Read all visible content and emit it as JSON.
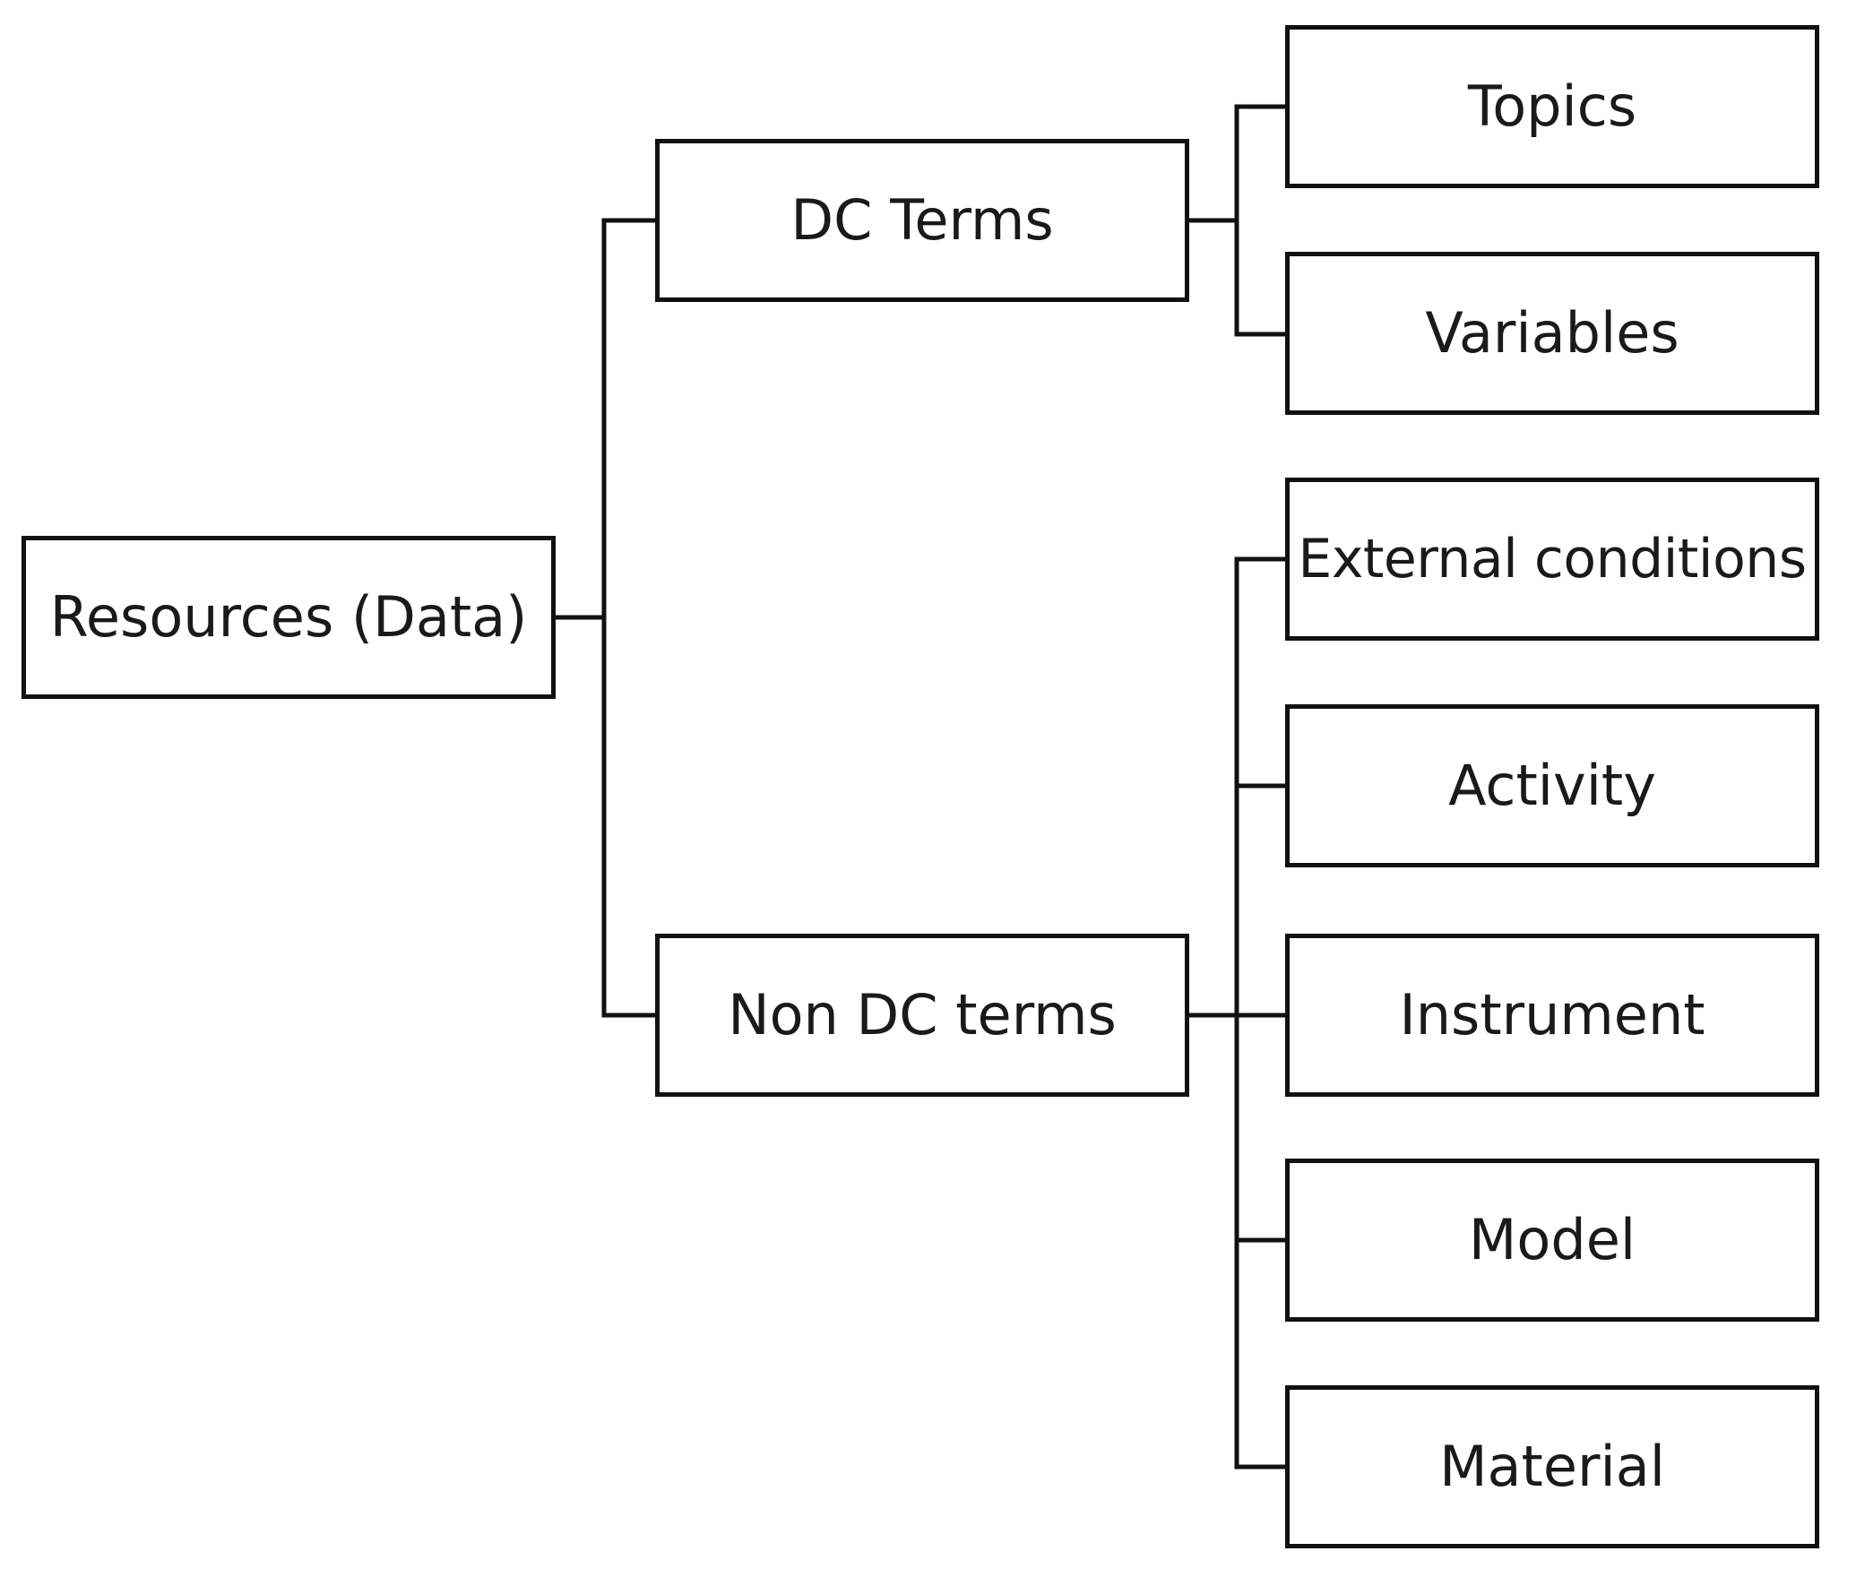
{
  "diagram": {
    "root": {
      "label": "Resources (Data)"
    },
    "branches": [
      {
        "label": "DC Terms",
        "children": [
          "Topics",
          "Variables"
        ]
      },
      {
        "label": "Non DC terms",
        "children": [
          "External conditions",
          "Activity",
          "Instrument",
          "Model",
          "Material"
        ]
      }
    ]
  },
  "colors": {
    "line": "#111111",
    "border": "#111111",
    "text": "#1a1a1a",
    "background": "#ffffff"
  }
}
